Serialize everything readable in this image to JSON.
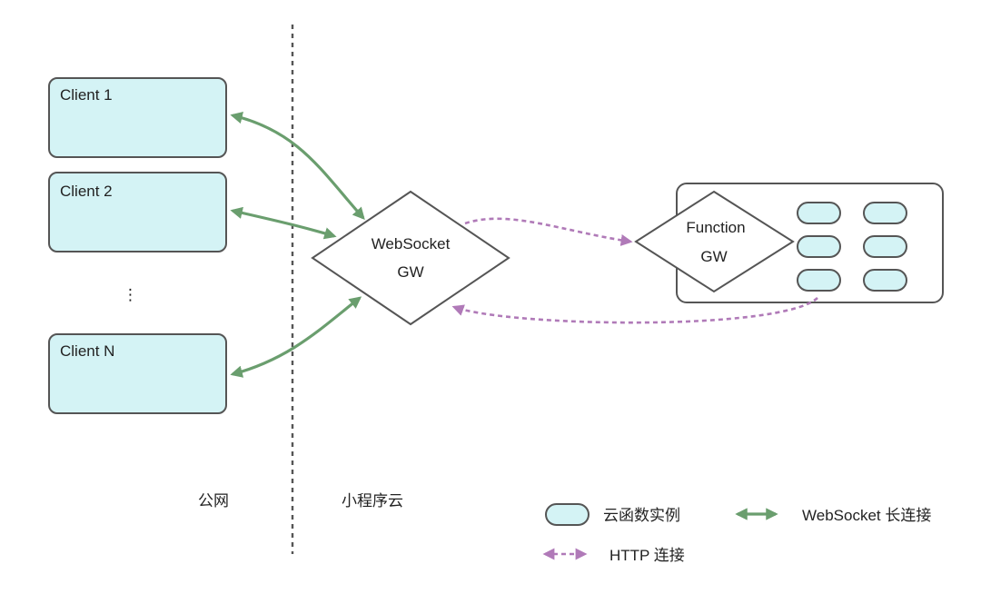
{
  "clients": [
    {
      "label": "Client 1"
    },
    {
      "label": "Client 2"
    },
    {
      "label": "Client N"
    }
  ],
  "ellipsis": "⋮",
  "websocket_gw": {
    "line1": "WebSocket",
    "line2": "GW"
  },
  "function_gw": {
    "line1": "Function",
    "line2": "GW"
  },
  "zones": {
    "left": "公网",
    "right": "小程序云"
  },
  "legend": {
    "instance": "云函数实例",
    "websocket": "WebSocket 长连接",
    "http": "HTTP 连接"
  },
  "colors": {
    "client_fill": "#d4f3f5",
    "stroke": "#555555",
    "websocket_arrow": "#6a9e6e",
    "http_arrow": "#b07ab8"
  }
}
